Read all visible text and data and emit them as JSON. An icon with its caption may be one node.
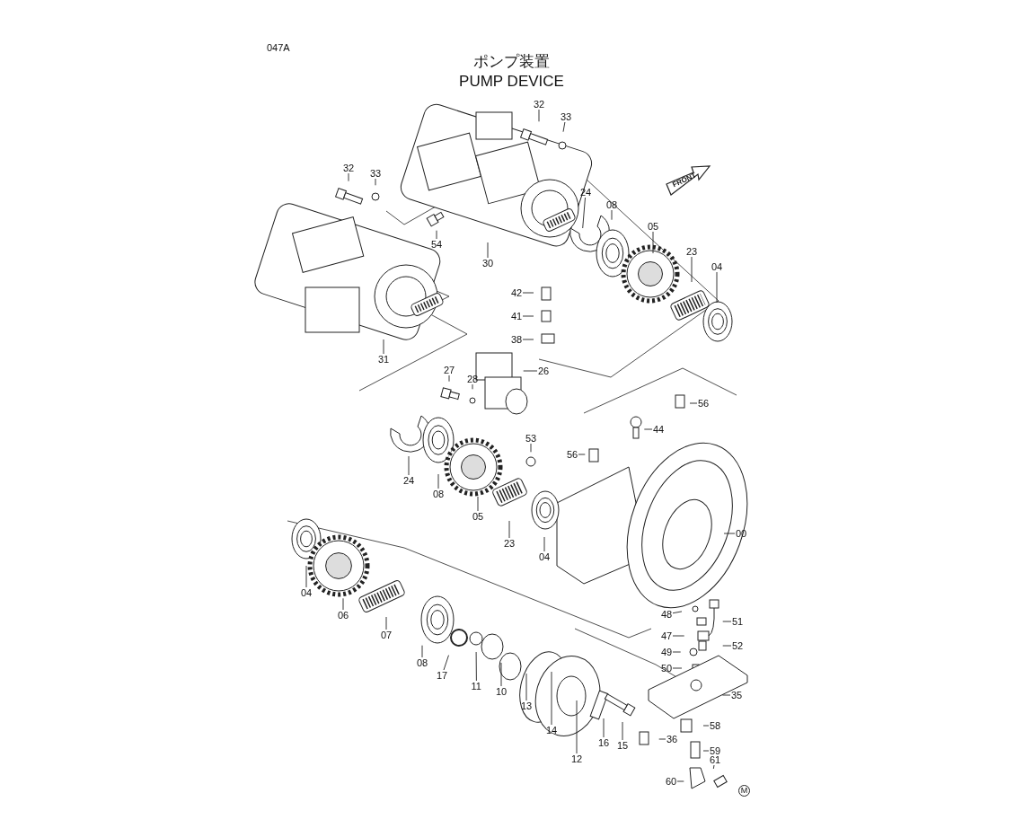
{
  "diagram": {
    "title": "ポンプ装置 PUMP DEVICE",
    "nodes": [
      {
        "text": [
          "32"
        ]
      },
      {
        "text": [
          "33"
        ]
      },
      {
        "text": [
          "32"
        ]
      },
      {
        "text": [
          "33"
        ]
      },
      {
        "text": [
          "24"
        ]
      },
      {
        "text": [
          "08"
        ]
      },
      {
        "text": [
          "05"
        ]
      },
      {
        "text": [
          "23"
        ]
      },
      {
        "text": [
          "04"
        ]
      },
      {
        "text": [
          "54"
        ]
      },
      {
        "text": [
          "30"
        ]
      },
      {
        "text": [
          "31"
        ]
      },
      {
        "text": [
          "42"
        ]
      },
      {
        "text": [
          "41"
        ]
      },
      {
        "text": [
          "38"
        ]
      },
      {
        "text": [
          "27"
        ]
      },
      {
        "text": [
          "28"
        ]
      },
      {
        "text": [
          "26"
        ]
      },
      {
        "text": [
          "56"
        ]
      },
      {
        "text": [
          "44"
        ]
      },
      {
        "text": [
          "56"
        ]
      },
      {
        "text": [
          "53"
        ]
      },
      {
        "text": [
          "24"
        ]
      },
      {
        "text": [
          "08"
        ]
      },
      {
        "text": [
          "05"
        ]
      },
      {
        "text": [
          "23"
        ]
      },
      {
        "text": [
          "04"
        ]
      },
      {
        "text": [
          "00"
        ]
      },
      {
        "text": [
          "04"
        ]
      },
      {
        "text": [
          "06"
        ]
      },
      {
        "text": [
          "07"
        ]
      },
      {
        "text": [
          "08"
        ]
      },
      {
        "text": [
          "17"
        ]
      },
      {
        "text": [
          "11"
        ]
      },
      {
        "text": [
          "10"
        ]
      },
      {
        "text": [
          "13"
        ]
      },
      {
        "text": [
          "14"
        ]
      },
      {
        "text": [
          "12"
        ]
      },
      {
        "text": [
          "16"
        ]
      },
      {
        "text": [
          "15"
        ]
      },
      {
        "text": [
          "48"
        ]
      },
      {
        "text": [
          "47"
        ]
      },
      {
        "text": [
          "49"
        ]
      },
      {
        "text": [
          "50"
        ]
      },
      {
        "text": [
          "51"
        ]
      },
      {
        "text": [
          "52"
        ]
      },
      {
        "text": [
          "35"
        ]
      },
      {
        "text": [
          "58"
        ]
      },
      {
        "text": [
          "36"
        ]
      },
      {
        "text": [
          "59"
        ]
      },
      {
        "text": [
          "61"
        ]
      },
      {
        "text": [
          "60"
        ]
      }
    ],
    "edges": [
      {
        "from": 0,
        "to": null,
        "arrow": "none"
      },
      {
        "from": 1,
        "to": null,
        "arrow": "none"
      },
      {
        "from": 2,
        "to": null,
        "arrow": "none"
      },
      {
        "from": 3,
        "to": null,
        "arrow": "none"
      },
      {
        "from": 4,
        "to": null,
        "arrow": "none"
      },
      {
        "from": 5,
        "to": null,
        "arrow": "none"
      },
      {
        "from": 6,
        "to": null,
        "arrow": "none"
      },
      {
        "from": 7,
        "to": null,
        "arrow": "none"
      },
      {
        "from": 8,
        "to": null,
        "arrow": "none"
      },
      {
        "from": 9,
        "to": null,
        "arrow": "none"
      },
      {
        "from": 10,
        "to": null,
        "arrow": "none"
      },
      {
        "from": 11,
        "to": null,
        "arrow": "none"
      },
      {
        "from": 12,
        "to": null,
        "arrow": "none"
      },
      {
        "from": 13,
        "to": null,
        "arrow": "none"
      },
      {
        "from": 14,
        "to": null,
        "arrow": "none"
      },
      {
        "from": 15,
        "to": null,
        "arrow": "none"
      },
      {
        "from": 16,
        "to": null,
        "arrow": "none"
      },
      {
        "from": 17,
        "to": null,
        "arrow": "none"
      },
      {
        "from": 18,
        "to": null,
        "arrow": "none"
      },
      {
        "from": 19,
        "to": null,
        "arrow": "none"
      },
      {
        "from": 20,
        "to": null,
        "arrow": "none"
      },
      {
        "from": 21,
        "to": null,
        "arrow": "none"
      },
      {
        "from": 22,
        "to": null,
        "arrow": "none"
      },
      {
        "from": 23,
        "to": null,
        "arrow": "none"
      },
      {
        "from": 24,
        "to": null,
        "arrow": "none"
      },
      {
        "from": 25,
        "to": null,
        "arrow": "none"
      },
      {
        "from": 26,
        "to": null,
        "arrow": "none"
      },
      {
        "from": 27,
        "to": null,
        "arrow": "none"
      },
      {
        "from": 28,
        "to": null,
        "arrow": "none"
      },
      {
        "from": 29,
        "to": null,
        "arrow": "none"
      },
      {
        "from": 30,
        "to": null,
        "arrow": "none"
      },
      {
        "from": 31,
        "to": null,
        "arrow": "none"
      },
      {
        "from": 32,
        "to": null,
        "arrow": "none"
      },
      {
        "from": 33,
        "to": null,
        "arrow": "none"
      },
      {
        "from": 34,
        "to": null,
        "arrow": "none"
      },
      {
        "from": 35,
        "to": null,
        "arrow": "none"
      },
      {
        "from": 36,
        "to": null,
        "arrow": "none"
      },
      {
        "from": 37,
        "to": null,
        "arrow": "none"
      },
      {
        "from": 38,
        "to": null,
        "arrow": "none"
      },
      {
        "from": 39,
        "to": null,
        "arrow": "none"
      },
      {
        "from": 40,
        "to": null,
        "arrow": "none"
      },
      {
        "from": 41,
        "to": null,
        "arrow": "none"
      },
      {
        "from": 42,
        "to": null,
        "arrow": "none"
      },
      {
        "from": 43,
        "to": null,
        "arrow": "none"
      },
      {
        "from": 44,
        "to": null,
        "arrow": "none"
      },
      {
        "from": 45,
        "to": null,
        "arrow": "none"
      },
      {
        "from": 46,
        "to": null,
        "arrow": "none"
      },
      {
        "from": 47,
        "to": null,
        "arrow": "none"
      },
      {
        "from": 48,
        "to": null,
        "arrow": "none"
      },
      {
        "from": 49,
        "to": null,
        "arrow": "none"
      },
      {
        "from": 50,
        "to": null,
        "arrow": "none"
      },
      {
        "from": 51,
        "to": null,
        "arrow": "none"
      }
    ],
    "labels": [
      "047A",
      "FRONT",
      "M"
    ]
  }
}
